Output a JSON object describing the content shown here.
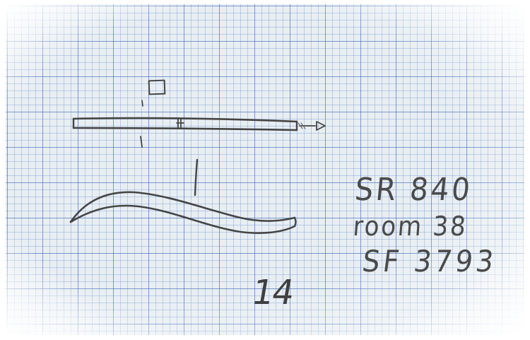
{
  "sheet": {
    "annotations": {
      "line1": "SR 840",
      "line2": "room 38",
      "line3": "SF 3793"
    },
    "page_number": "14",
    "ink_color": "#4a4a4a",
    "grid_color": "#466eb9"
  },
  "sketch": {
    "views": [
      "top-view-bar",
      "side-view-curve"
    ]
  }
}
